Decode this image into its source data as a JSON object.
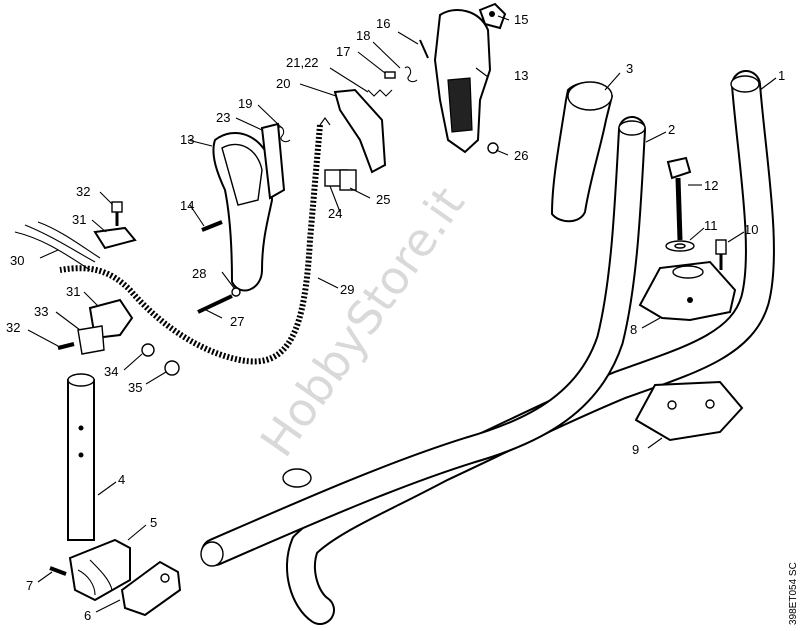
{
  "watermark": "HobbyStore.it",
  "reference_code": "398ET054 SC",
  "callouts": {
    "c1": "1",
    "c2": "2",
    "c3": "3",
    "c4": "4",
    "c5": "5",
    "c6": "6",
    "c7": "7",
    "c8": "8",
    "c9": "9",
    "c10": "10",
    "c11": "11",
    "c12": "12",
    "c13a": "13",
    "c13b": "13",
    "c14": "14",
    "c15": "15",
    "c16": "16",
    "c17": "17",
    "c18": "18",
    "c19": "19",
    "c20": "20",
    "c21_22": "21,22",
    "c23": "23",
    "c24": "24",
    "c25": "25",
    "c26": "26",
    "c27": "27",
    "c28": "28",
    "c29": "29",
    "c30": "30",
    "c31a": "31",
    "c31b": "31",
    "c32a": "32",
    "c32b": "32",
    "c33": "33",
    "c34": "34",
    "c35": "35"
  }
}
